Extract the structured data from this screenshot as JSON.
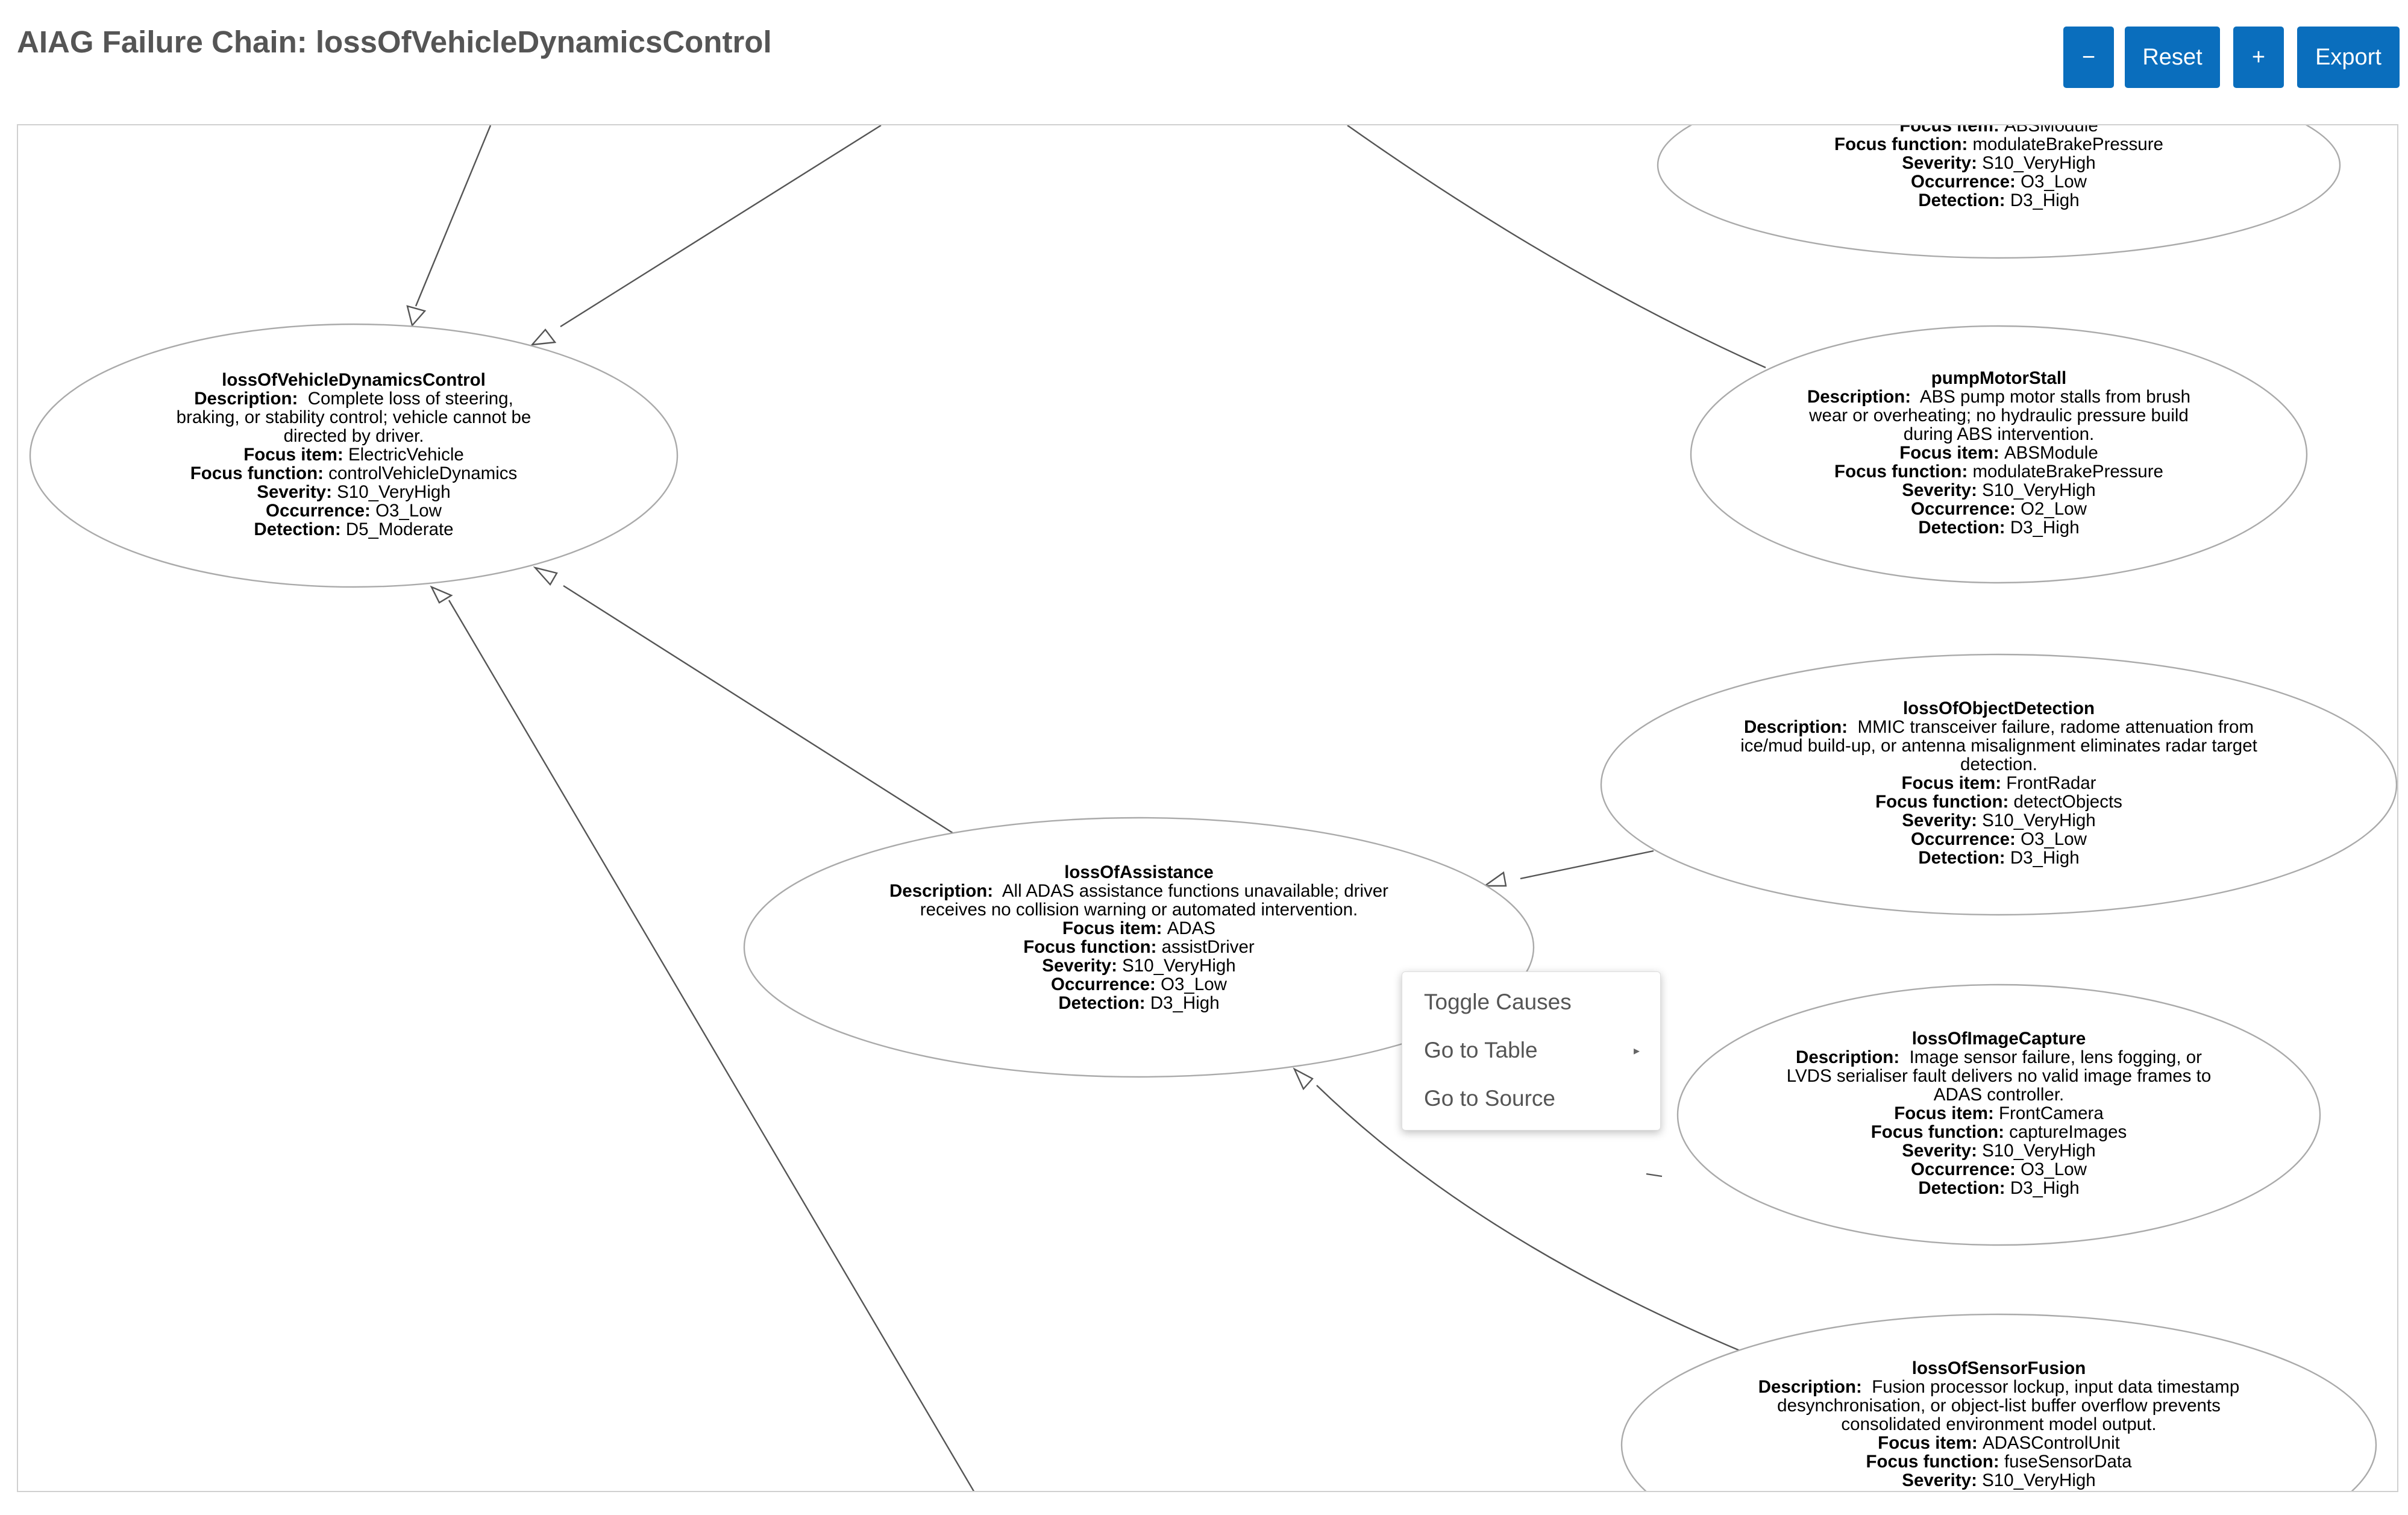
{
  "page": {
    "title": "AIAG Failure Chain: lossOfVehicleDynamicsControl"
  },
  "toolbar": {
    "zoom_out_label": "−",
    "reset_label": "Reset",
    "zoom_in_label": "+",
    "export_label": "Export",
    "accent_color": "#0a6ebd"
  },
  "field_labels": {
    "description": "Description:",
    "focus_item": "Focus item:",
    "focus_function": "Focus function:",
    "severity": "Severity:",
    "occurrence": "Occurrence:",
    "detection": "Detection:"
  },
  "nodes": [
    {
      "id": "abs-top",
      "title": "",
      "focus_item": "ABSModule",
      "focus_function": "modulateBrakePressure",
      "severity": "S10_VeryHigh",
      "occurrence": "O3_Low",
      "detection": "D3_High"
    },
    {
      "id": "lossOfVehicleDynamicsControl",
      "title": "lossOfVehicleDynamicsControl",
      "description": "Complete loss of steering, braking, or stability control; vehicle cannot be directed by driver.",
      "focus_item": "ElectricVehicle",
      "focus_function": "controlVehicleDynamics",
      "severity": "S10_VeryHigh",
      "occurrence": "O3_Low",
      "detection": "D5_Moderate"
    },
    {
      "id": "pumpMotorStall",
      "title": "pumpMotorStall",
      "description": "ABS pump motor stalls from brush wear or overheating; no hydraulic pressure build during ABS intervention.",
      "focus_item": "ABSModule",
      "focus_function": "modulateBrakePressure",
      "severity": "S10_VeryHigh",
      "occurrence": "O2_Low",
      "detection": "D3_High"
    },
    {
      "id": "lossOfObjectDetection",
      "title": "lossOfObjectDetection",
      "description": "MMIC transceiver failure, radome attenuation from ice/mud build-up, or antenna misalignment eliminates radar target detection.",
      "focus_item": "FrontRadar",
      "focus_function": "detectObjects",
      "severity": "S10_VeryHigh",
      "occurrence": "O3_Low",
      "detection": "D3_High"
    },
    {
      "id": "lossOfAssistance",
      "title": "lossOfAssistance",
      "description": "All ADAS assistance functions unavailable; driver receives no collision warning or automated intervention.",
      "focus_item": "ADAS",
      "focus_function": "assistDriver",
      "severity": "S10_VeryHigh",
      "occurrence": "O3_Low",
      "detection": "D3_High"
    },
    {
      "id": "lossOfImageCapture",
      "title": "lossOfImageCapture",
      "description": "Image sensor failure, lens fogging, or LVDS serialiser fault delivers no valid image frames to ADAS controller.",
      "focus_item": "FrontCamera",
      "focus_function": "captureImages",
      "severity": "S10_VeryHigh",
      "occurrence": "O3_Low",
      "detection": "D3_High"
    },
    {
      "id": "lossOfSensorFusion",
      "title": "lossOfSensorFusion",
      "description": "Fusion processor lockup, input data timestamp desynchronisation, or object-list buffer overflow prevents consolidated environment model output.",
      "focus_item": "ADASControlUnit",
      "focus_function": "fuseSensorData",
      "severity": "S10_VeryHigh"
    }
  ],
  "context_menu": {
    "items": [
      {
        "label": "Toggle Causes"
      },
      {
        "label": "Go to Table",
        "submenu_arrow": "▸"
      },
      {
        "label": "Go to Source"
      }
    ]
  }
}
